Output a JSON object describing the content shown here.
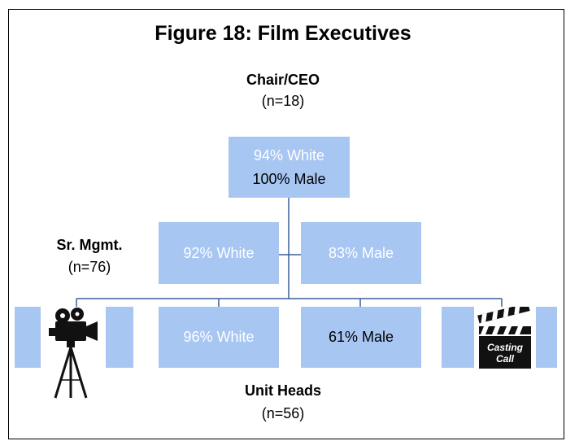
{
  "title": "Figure 18:  Film Executives",
  "chair": {
    "label": "Chair/CEO",
    "n": "(n=18)",
    "white": "94% White",
    "male": "100% Male"
  },
  "senior": {
    "label": "Sr. Mgmt.",
    "n": "(n=76)",
    "white": "92% White",
    "male": "83% Male"
  },
  "unit": {
    "label": "Unit Heads",
    "n": "(n=56)",
    "white": "96% White",
    "male": "61% Male"
  },
  "clapper": {
    "line1": "Casting",
    "line2": "Call"
  },
  "icons": [
    "movie-camera-icon",
    "clapperboard-icon"
  ],
  "colors": {
    "box": "#a7c6f2",
    "line": "#3a5f9a"
  }
}
